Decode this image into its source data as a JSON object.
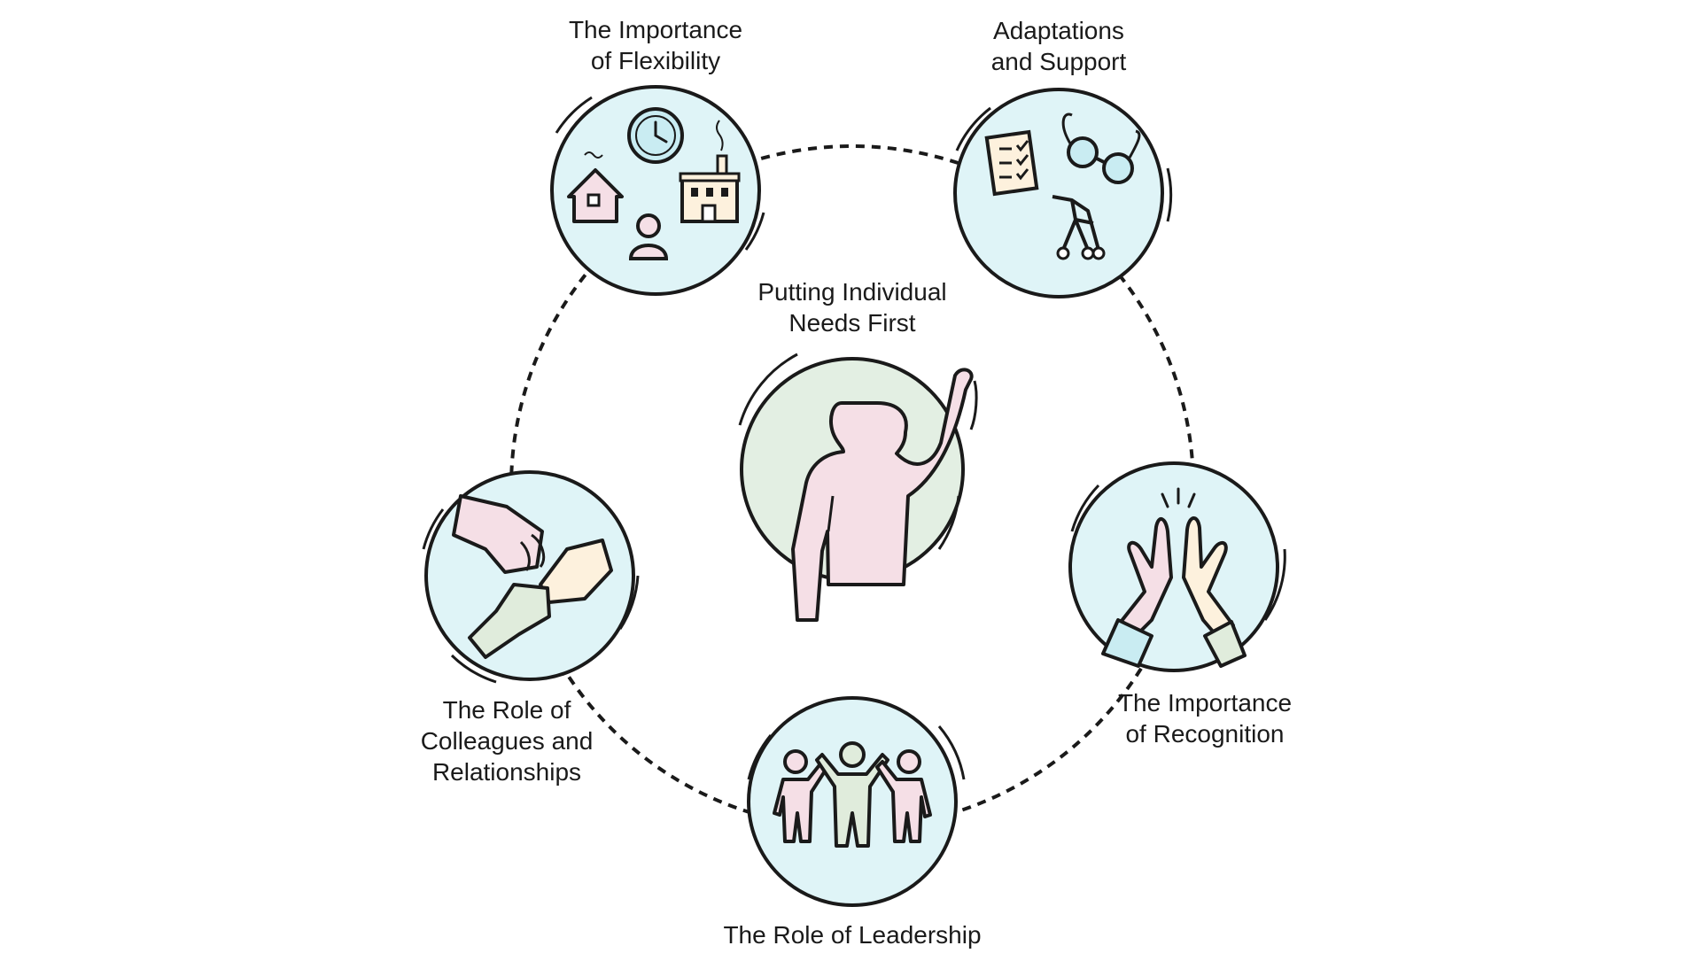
{
  "center": {
    "label": "Putting Individual\nNeeds First",
    "icon": "raised-hand-person-icon"
  },
  "nodes": [
    {
      "id": "flexibility",
      "label": "The Importance\nof Flexibility",
      "icon": "home-office-clock-icon"
    },
    {
      "id": "adaptations",
      "label": "Adaptations\nand Support",
      "icon": "glasses-checklist-walker-icon"
    },
    {
      "id": "recognition",
      "label": "The Importance\nof Recognition",
      "icon": "high-five-icon"
    },
    {
      "id": "leadership",
      "label": "The Role of Leadership",
      "icon": "group-holding-hands-icon"
    },
    {
      "id": "colleagues",
      "label": "The Role of\nColleagues and\nRelationships",
      "icon": "stacked-hands-icon"
    }
  ],
  "colors": {
    "node_fill": "#dff4f7",
    "center_fill": "#e3efe3",
    "stroke": "#1a1a1a",
    "pink": "#f5dfe6",
    "cream": "#fdf1dd",
    "sage": "#e0ecdc",
    "blue": "#c9ecf2"
  }
}
